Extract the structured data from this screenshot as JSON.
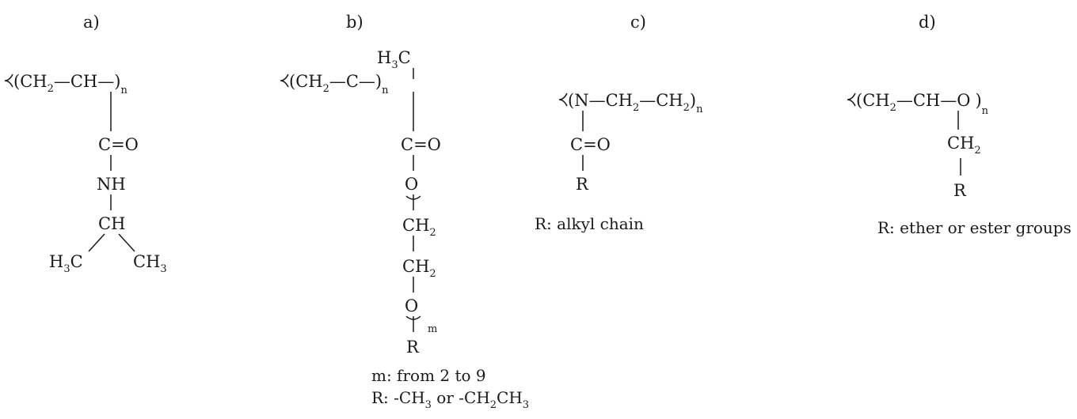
{
  "figure": {
    "panels": [
      {
        "id": "a",
        "panel_label": "a)",
        "chain": [
          "(CH",
          "2",
          "—CH—)",
          "n"
        ],
        "side_chain": [
          "C=O",
          "NH",
          "CH"
        ],
        "branch_left": [
          "H",
          "3",
          "C"
        ],
        "branch_right": [
          "CH",
          "3"
        ],
        "notes": []
      },
      {
        "id": "b",
        "panel_label": "b)",
        "top_group": [
          "H",
          "3",
          "C"
        ],
        "chain": [
          "(CH",
          "2",
          "—C—)",
          "n"
        ],
        "side_chain": [
          "C=O",
          "O",
          "CH",
          "2",
          "CH",
          "2",
          "O",
          "m",
          "R"
        ],
        "notes": [
          "m: from 2 to 9",
          "R: -CH",
          "3",
          " or  -CH",
          "2",
          "CH",
          "3"
        ]
      },
      {
        "id": "c",
        "panel_label": "c)",
        "chain": [
          "(N—CH",
          "2",
          "—CH",
          "2",
          ")",
          "n"
        ],
        "side_chain": [
          "C=O",
          "R"
        ],
        "notes": [
          "R: alkyl chain"
        ]
      },
      {
        "id": "d",
        "panel_label": "d)",
        "chain": [
          "(CH",
          "2",
          "—CH—O",
          ")",
          "n"
        ],
        "side_chain": [
          "CH",
          "2",
          "R"
        ],
        "notes": [
          "R: ether or ester groups"
        ]
      }
    ]
  }
}
